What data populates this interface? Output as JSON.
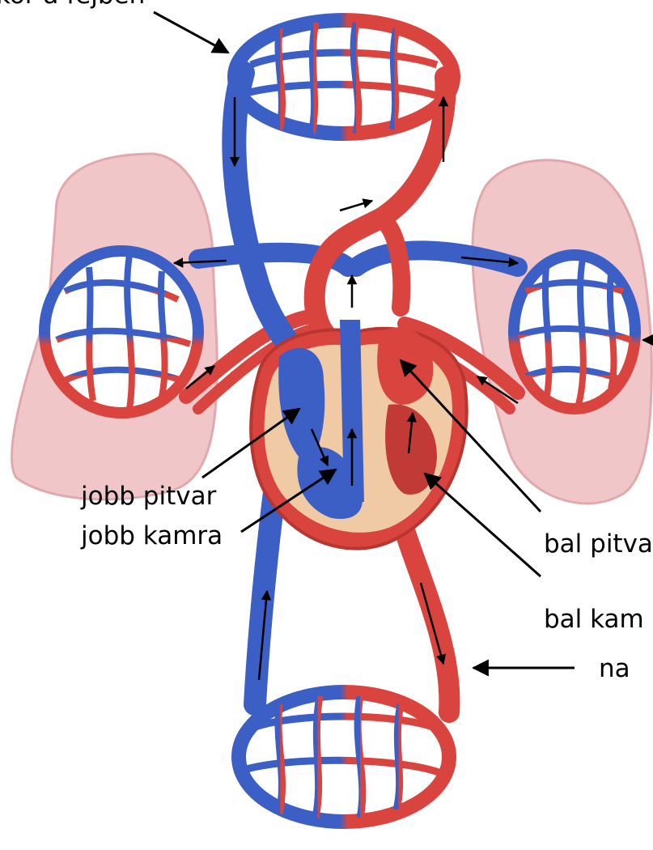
{
  "labels": {
    "top_left": "kör a fejben",
    "jobb_pitvar": "jobb pitvar",
    "jobb_kamra": "jobb kamra",
    "bal_pitvar": "bal pitva",
    "bal_kamra": "bal kam",
    "bottom_right": "na"
  },
  "colors": {
    "vein_blue": "#3b5fc4",
    "artery_red": "#d9443f",
    "lung_pink": "#f1c6c8",
    "heart_tan": "#f0c9a5",
    "arrow": "#000000"
  }
}
